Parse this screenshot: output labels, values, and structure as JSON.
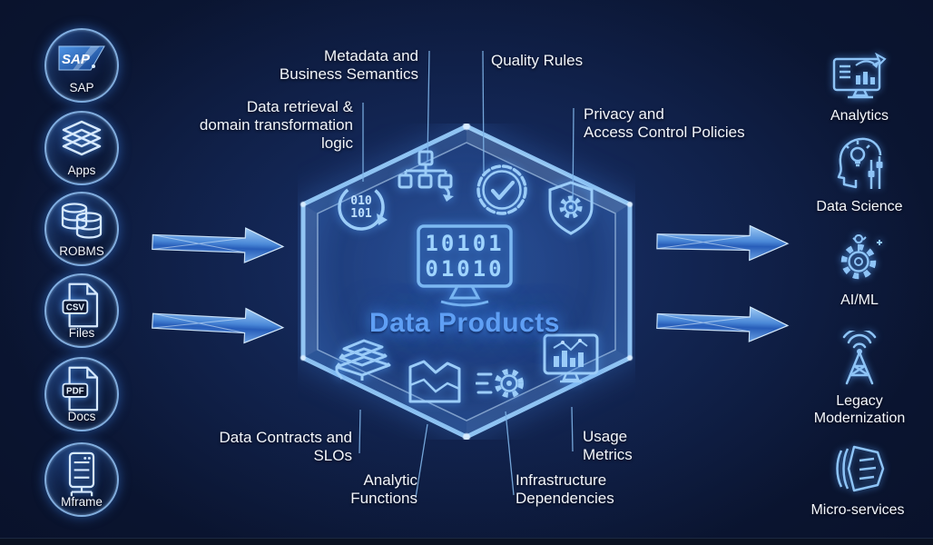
{
  "diagram_title": "Data Products",
  "center": {
    "title": "Data Products",
    "screen_binary_line1": "10101",
    "screen_binary_line2": "01010",
    "cycle_binary_line1": "010",
    "cycle_binary_line2": "101"
  },
  "sources": [
    {
      "label": "SAP",
      "logo_text": "SAP"
    },
    {
      "label": "Apps"
    },
    {
      "label": "ROBMS"
    },
    {
      "label": "Files",
      "badge": "CSV"
    },
    {
      "label": "Docs",
      "badge": "PDF"
    },
    {
      "label": "Mframe"
    }
  ],
  "consumers": [
    {
      "label": "Analytics"
    },
    {
      "label": "Data Science"
    },
    {
      "label": "AI/ML"
    },
    {
      "label": "Legacy\nModernization"
    },
    {
      "label": "Micro-services"
    }
  ],
  "capabilities": {
    "metadata": "Metadata and\nBusiness Semantics",
    "data_retrieval": "Data retrieval &\ndomain transformation\nlogic",
    "quality_rules": "Quality Rules",
    "privacy": "Privacy and\nAccess Control Policies",
    "data_contracts": "Data Contracts and\nSLOs",
    "analytic_functions": "Analytic\nFunctions",
    "infrastructure": "Infrastructure\nDependencies",
    "usage_metrics": "Usage\nMetrics"
  },
  "colors": {
    "accent_text": "#5f9ff4",
    "icon_stroke": "#9ccdf8",
    "label_text": "#f2f5fa",
    "background": "#0a142f",
    "arrow_fill": "#7fb6ef"
  }
}
